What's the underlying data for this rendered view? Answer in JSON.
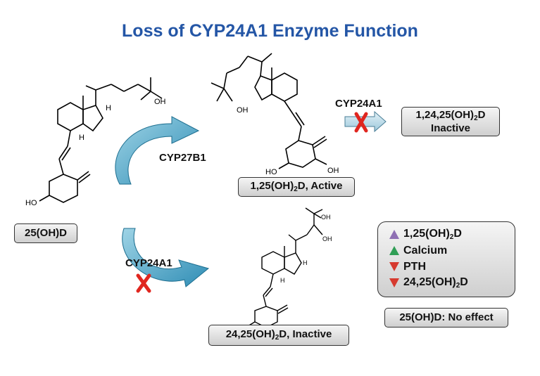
{
  "title": "Loss of CYP24A1 Enzyme Function",
  "boxes": {
    "substrate": "25(OH)D",
    "active": {
      "pre": "1,25(OH)",
      "sub": "2",
      "post": "D, Active"
    },
    "inactive_24": {
      "pre": "24,25(OH)",
      "sub": "2",
      "post": "D, Inactive"
    },
    "inactive_124": {
      "pre": "1,24,25(OH)",
      "sub": "2",
      "post": "D",
      "line2": "Inactive"
    },
    "no_effect": "25(OH)D: No effect"
  },
  "enzymes": {
    "cyp27b1": "CYP27B1",
    "cyp24a1_top": "CYP24A1",
    "cyp24a1_bottom": "CYP24A1"
  },
  "atom_labels": {
    "oh": "OH",
    "ho": "HO",
    "h": "H"
  },
  "effects": [
    {
      "pre": "1,25(OH)",
      "sub": "2",
      "post": "D",
      "direction": "up",
      "color": "#8e6fb3"
    },
    {
      "pre": "Calcium",
      "sub": "",
      "post": "",
      "direction": "up",
      "color": "#2f9e55"
    },
    {
      "pre": "PTH",
      "sub": "",
      "post": "",
      "direction": "down",
      "color": "#d63a2f"
    },
    {
      "pre": "24,25(OH)",
      "sub": "2",
      "post": "D",
      "direction": "down",
      "color": "#d63a2f"
    }
  ],
  "colors": {
    "title": "#2456a6",
    "arrow_fill": "#3fa3c8",
    "cross": "#e0261f"
  }
}
